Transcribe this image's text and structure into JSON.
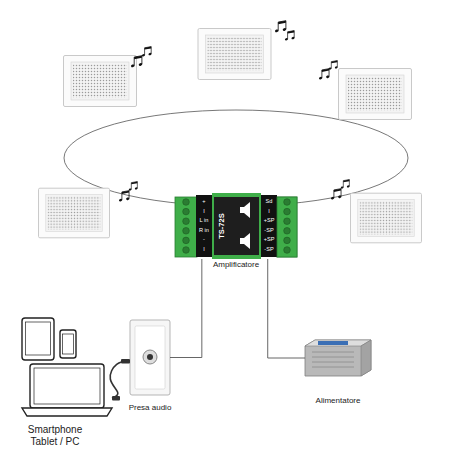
{
  "diagram": {
    "nodes": [
      {
        "text": [
          "TS-72S",
          "Amplificatore"
        ]
      },
      {
        "text": [
          "Smartphone Tablet / PC"
        ]
      },
      {
        "text": [
          "Presa audio"
        ]
      },
      {
        "text": [
          "Alimentatore"
        ]
      }
    ],
    "edges": [
      {
        "from": 0,
        "to": 2,
        "arrow": "none"
      },
      {
        "from": 0,
        "to": 3,
        "arrow": "none"
      },
      {
        "from": 2,
        "to": 1,
        "arrow": "none"
      }
    ],
    "labels": [
      "+",
      "I",
      "L in",
      "R in",
      "-",
      "I",
      "Sd",
      "I",
      "+SP",
      "-SP",
      "+SP",
      "-SP"
    ]
  }
}
